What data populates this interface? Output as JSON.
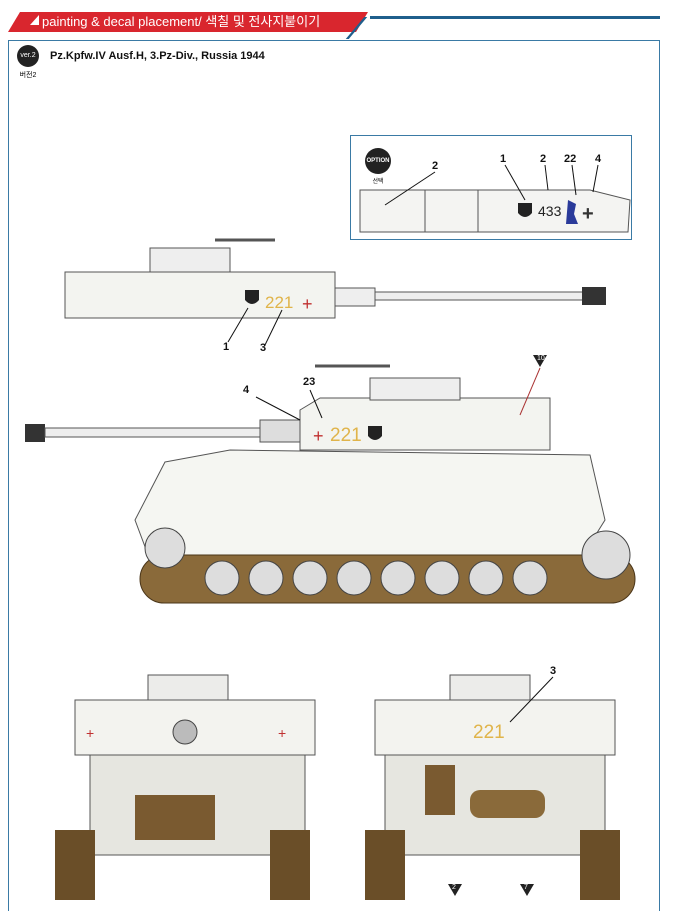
{
  "header": {
    "section_title": "painting & decal placement/ 색칠 및 전사지붙이기"
  },
  "version": {
    "badge": "ver.2",
    "badge_kr": "버전2",
    "title": "Pz.Kpfw.IV Ausf.H, 3.Pz-Div., Russia 1944"
  },
  "option": {
    "badge": "OPTION",
    "badge_kr": "선택",
    "callouts": [
      "2",
      "1",
      "2",
      "22",
      "4"
    ],
    "hull_number": "433"
  },
  "side_top": {
    "callouts": [
      "1",
      "3"
    ],
    "turret_number": "221"
  },
  "side_main": {
    "callouts": [
      "4",
      "23"
    ],
    "marker": "10",
    "turret_number": "221"
  },
  "front_rear": {
    "callout": "3",
    "turret_number": "221",
    "markers": [
      "2",
      "7"
    ]
  },
  "colors": {
    "accent": "#d9262e",
    "frame": "#1f5f8c",
    "decal_yellow": "#e0b44a"
  }
}
